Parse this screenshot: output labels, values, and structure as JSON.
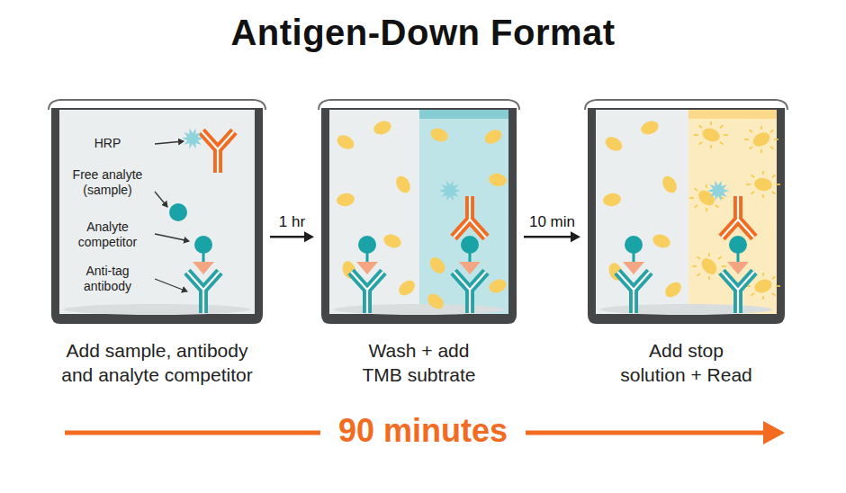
{
  "diagram": {
    "title": "Antigen-Down Format",
    "nodes": [
      {
        "text": [
          "Add sample, antibody and analyte competitor"
        ]
      },
      {
        "text": [
          "Wash + add TMB subtrate"
        ]
      },
      {
        "text": [
          "Add stop solution + Read"
        ]
      }
    ],
    "edges": [
      {
        "from": 0,
        "to": 1,
        "arrow": "to",
        "label": "1 hr"
      },
      {
        "from": 1,
        "to": 2,
        "arrow": "to",
        "label": "10 min"
      }
    ],
    "labels": [
      "HRP",
      "Free analyte (sample)",
      "Analyte competitor",
      "Anti-tag antibody",
      "90 minutes"
    ]
  }
}
